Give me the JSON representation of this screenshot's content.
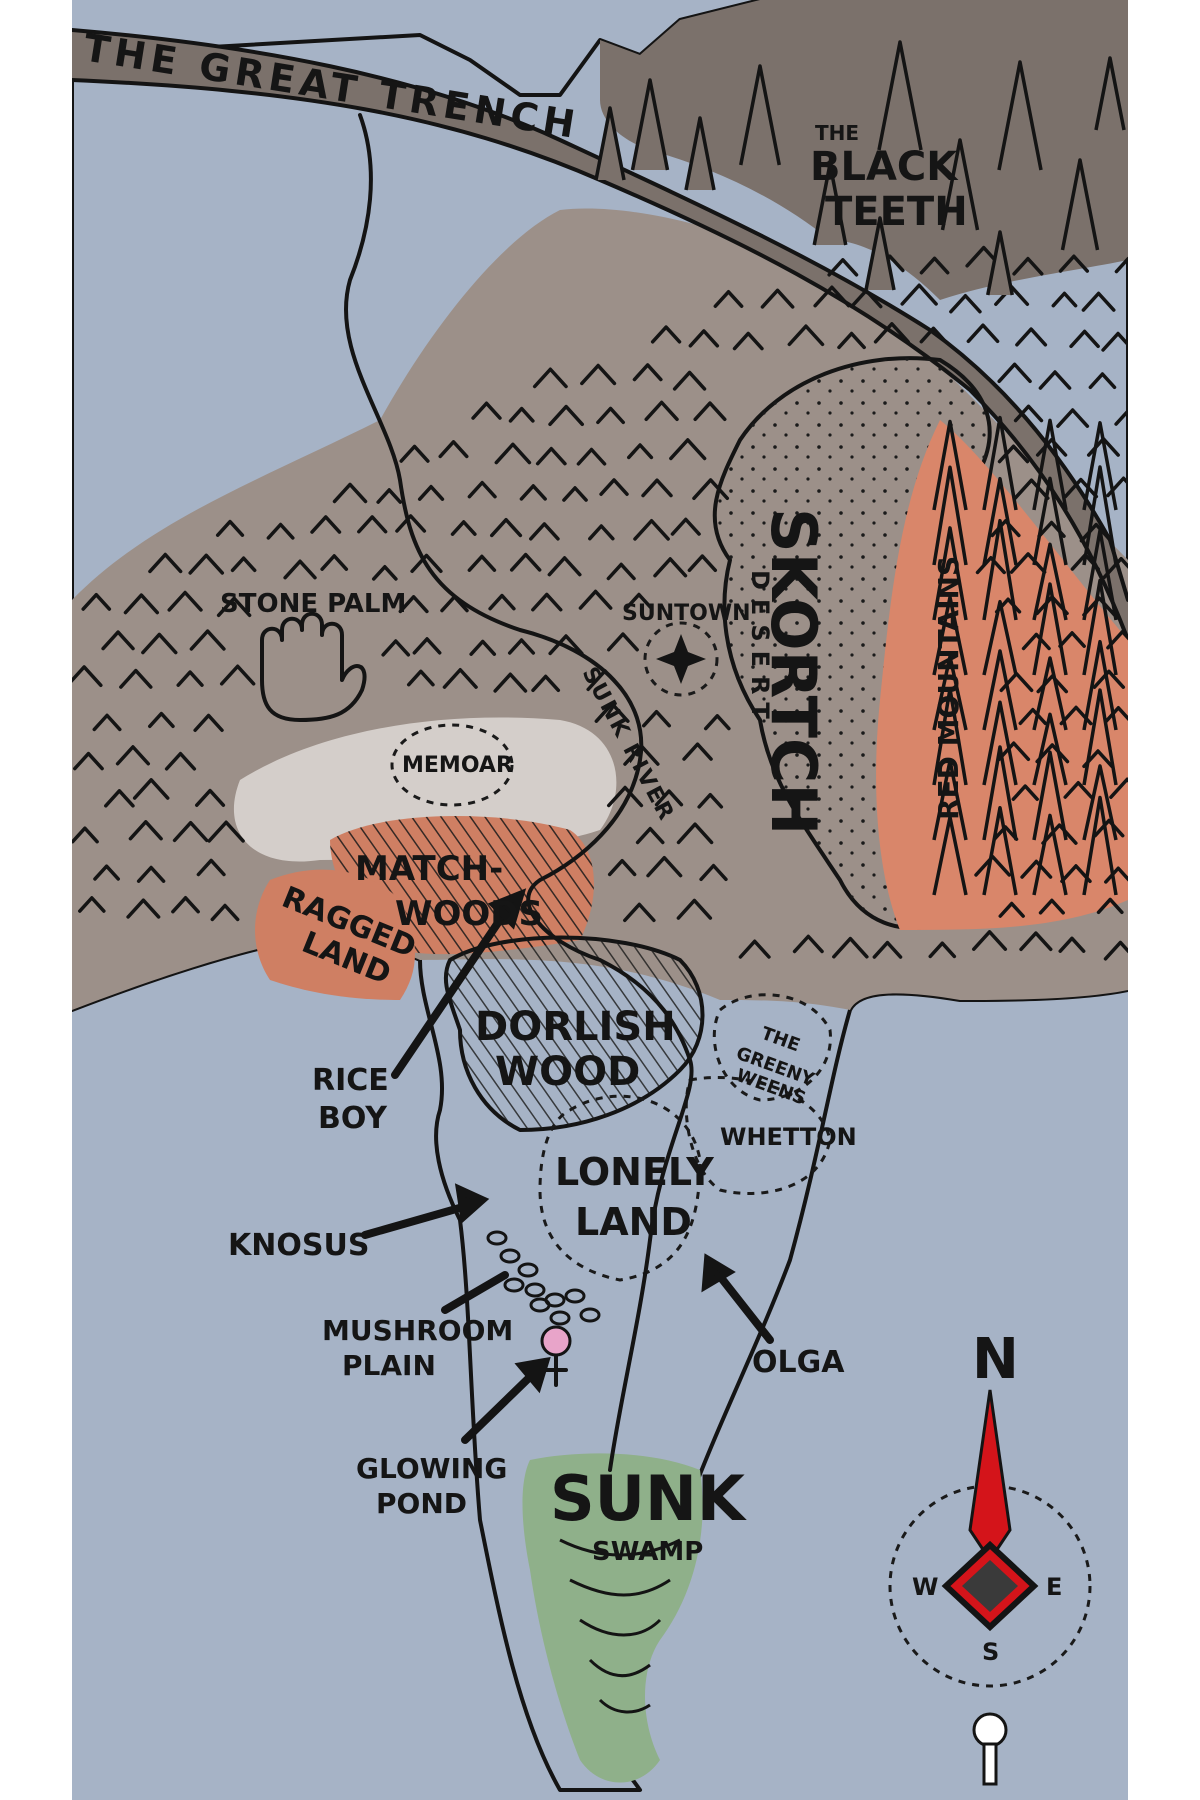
{
  "colors": {
    "sea": "#a6b3c6",
    "land": "#bcb2a7",
    "mountains": "#9c9089",
    "dark_mountains": "#7b716b",
    "desert": "#d8c19b",
    "red_mountains": "#d9866a",
    "ragged": "#cf7f63",
    "green": "#8fb08a",
    "purple": "#a68bb8",
    "memoar": "#d4ceca",
    "ink": "#141414",
    "compass_red": "#d4141a",
    "pond": "#e8a4c9"
  },
  "labels": {
    "great_trench": "THE GREAT TRENCH",
    "black_teeth_1": "THE",
    "black_teeth_2": "BLACK",
    "black_teeth_3": "TEETH",
    "skortch": "SKORTCH",
    "desert": "DESERT",
    "red_mountains": "RED MOUNTAINS",
    "stone_palm": "STONE PALM",
    "suntown": "SUNTOWN",
    "sunk_river": "SUNK RIVER",
    "memoar": "MEMOAR",
    "matchwood_1": "MATCH-",
    "matchwood_2": "WOODS",
    "ragged_1": "RAGGED",
    "ragged_2": "LAND",
    "dorlish_1": "DORLISH",
    "dorlish_2": "WOOD",
    "greeny_1": "THE",
    "greeny_2": "GREENY",
    "greeny_3": "WEENS",
    "whetton": "WHETTON",
    "lonely_1": "LONELY",
    "lonely_2": "LAND",
    "rice_1": "RICE",
    "rice_2": "BOY",
    "knosus": "KNOSUS",
    "mushroom_1": "MUSHROOM",
    "mushroom_2": "PLAIN",
    "glowing_1": "GLOWING",
    "glowing_2": "POND",
    "olga": "OLGA",
    "sunk": "SUNK",
    "swamp": "SWAMP"
  },
  "compass": {
    "n": "N",
    "s": "S",
    "e": "E",
    "w": "W"
  }
}
